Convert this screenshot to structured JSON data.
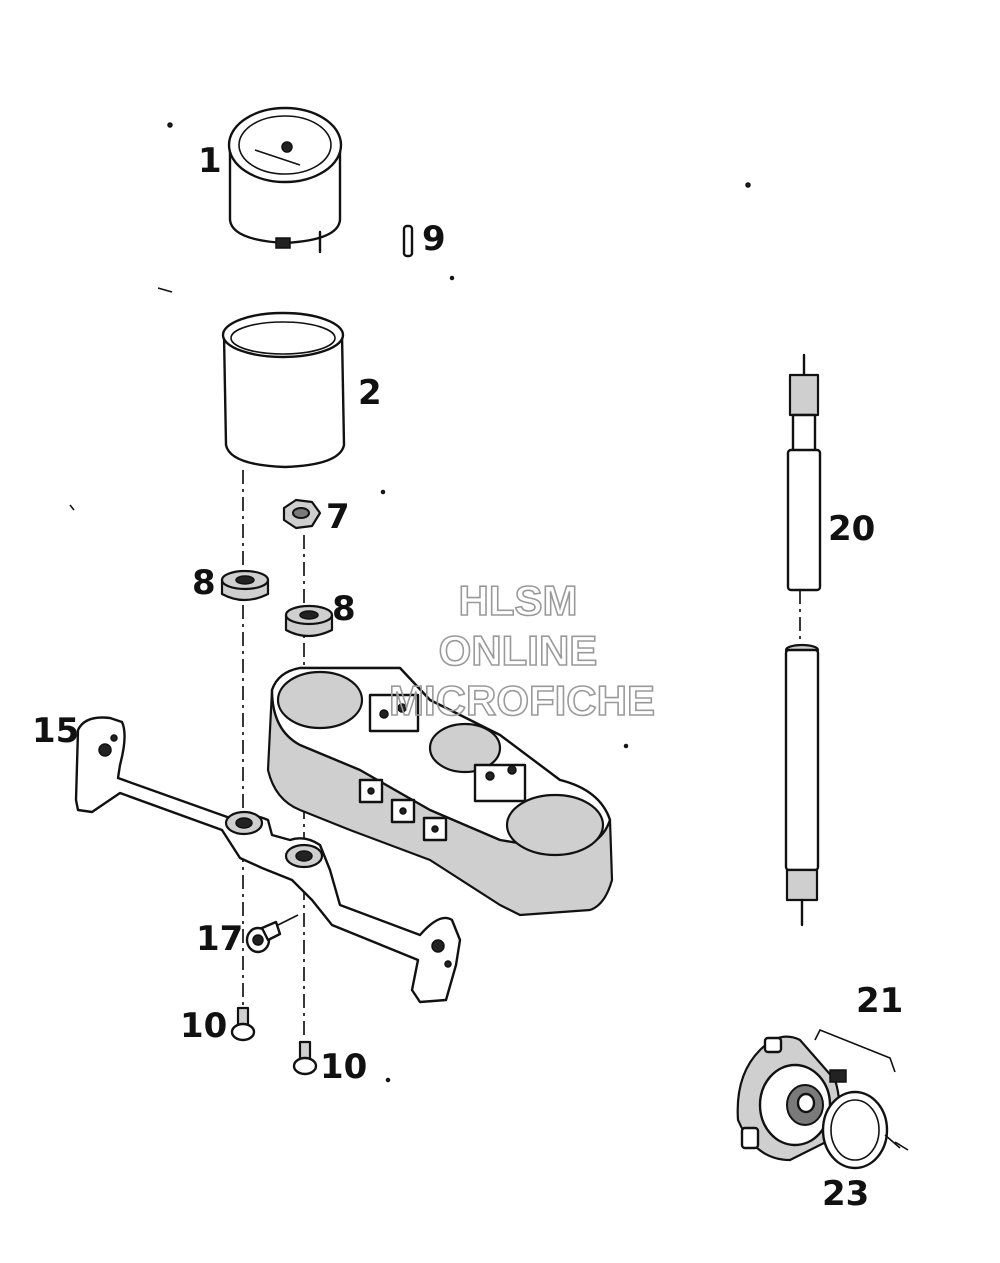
{
  "callouts": {
    "p1": "1",
    "p2": "2",
    "p7": "7",
    "p8a": "8",
    "p8b": "8",
    "p9": "9",
    "p10a": "10",
    "p10b": "10",
    "p15": "15",
    "p17": "17",
    "p20": "20",
    "p21": "21",
    "p23": "23"
  },
  "watermark": {
    "line1": "HLSM",
    "line2": "ONLINE",
    "line3": "MICROFICHE"
  },
  "colors": {
    "ink": "#111111",
    "shade": "#cfcfcf",
    "watermark": "#9a9a9a"
  }
}
